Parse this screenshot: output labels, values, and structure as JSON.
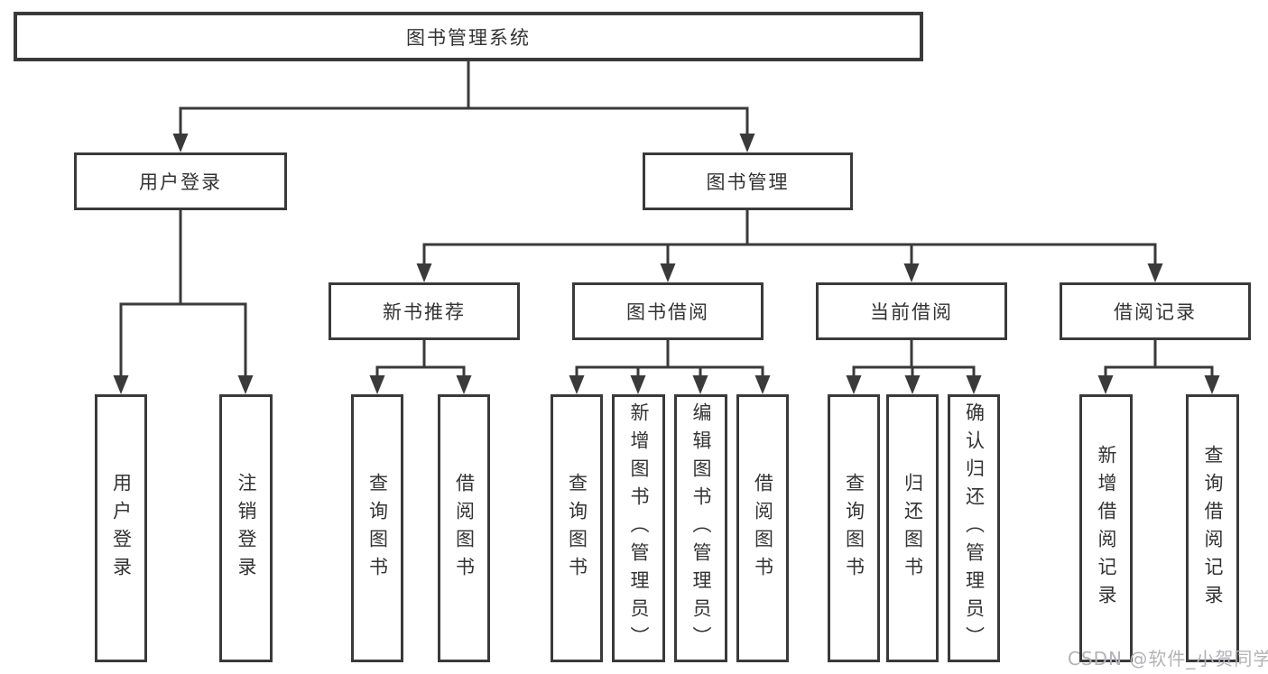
{
  "diagram_title": "图书管理系统",
  "colors": {
    "line": "#3a3a3a",
    "text": "#333333",
    "background": "#ffffff",
    "watermark": "#b2b2b8"
  },
  "nodes": {
    "root": "图书管理系统",
    "branches": [
      {
        "label": "用户登录",
        "children": [
          "用户登录",
          "注销登录"
        ]
      },
      {
        "label": "图书管理",
        "children": [
          {
            "label": "新书推荐",
            "children": [
              "查询图书",
              "借阅图书"
            ]
          },
          {
            "label": "图书借阅",
            "children": [
              "查询图书",
              "新增图书（管理员）",
              "编辑图书（管理员）",
              "借阅图书"
            ]
          },
          {
            "label": "当前借阅",
            "children": [
              "查询图书",
              "归还图书",
              "确认归还（管理员）"
            ]
          },
          {
            "label": "借阅记录",
            "children": [
              "新增借阅记录",
              "查询借阅记录"
            ]
          }
        ]
      }
    ]
  },
  "watermark": {
    "text": "CSDN @软件_小贺同学"
  }
}
